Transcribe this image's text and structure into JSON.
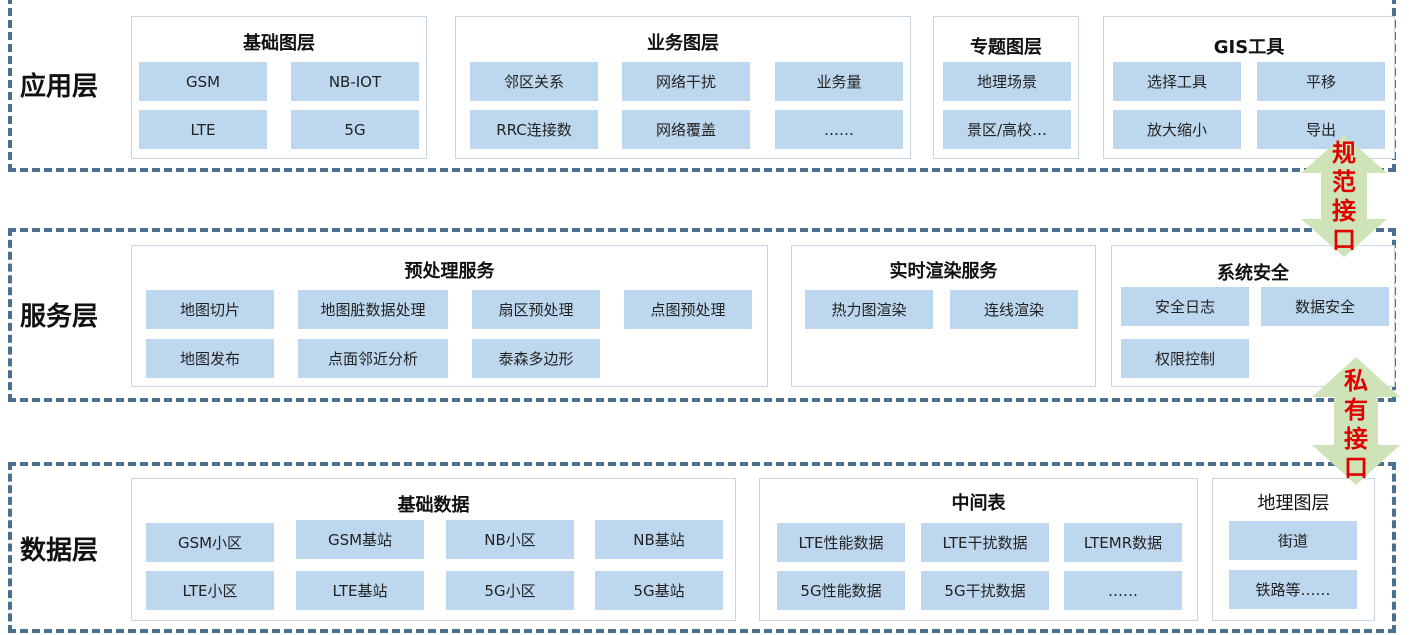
{
  "layers": {
    "app": {
      "title": "应用层",
      "panels": [
        {
          "title": "基础图层",
          "cells": [
            "GSM",
            "NB-IOT",
            "LTE",
            "5G"
          ]
        },
        {
          "title": "业务图层",
          "cells": [
            "邻区关系",
            "网络干扰",
            "业务量",
            "RRC连接数",
            "网络覆盖",
            "……"
          ]
        },
        {
          "title": "专题图层",
          "cells": [
            "地理场景",
            "景区/高校…"
          ]
        },
        {
          "title": "GIS工具",
          "cells": [
            "选择工具",
            "平移",
            "放大缩小",
            "导出"
          ]
        }
      ]
    },
    "service": {
      "title": "服务层",
      "panels": [
        {
          "title": "预处理服务",
          "cells": [
            "地图切片",
            "地图脏数据处理",
            "扇区预处理",
            "点图预处理",
            "地图发布",
            "点面邻近分析",
            "泰森多边形"
          ]
        },
        {
          "title": "实时渲染服务",
          "cells": [
            "热力图渲染",
            "连线渲染"
          ]
        },
        {
          "title": "系统安全",
          "cells": [
            "安全日志",
            "数据安全",
            "权限控制"
          ]
        }
      ]
    },
    "data": {
      "title": "数据层",
      "panels": [
        {
          "title": "基础数据",
          "cells": [
            "GSM小区",
            "GSM基站",
            "NB小区",
            "NB基站",
            "LTE小区",
            "LTE基站",
            "5G小区",
            "5G基站"
          ]
        },
        {
          "title": "中间表",
          "cells": [
            "LTE性能数据",
            "LTE干扰数据",
            "LTEMR数据",
            "5G性能数据",
            "5G干扰数据",
            "……"
          ]
        },
        {
          "title": "地理图层",
          "cells": [
            "街道",
            "铁路等……"
          ]
        }
      ]
    }
  },
  "arrows": {
    "top": [
      "规",
      "范",
      "接",
      "口"
    ],
    "bottom": [
      "私",
      "有",
      "接",
      "口"
    ]
  },
  "colors": {
    "layer_border": "#4a6f8f",
    "cell_fill": "#bdd7ee",
    "panel_border": "#c8d6e4",
    "arrow_fill": "#cfe3b8",
    "arrow_text": "#e00000"
  }
}
